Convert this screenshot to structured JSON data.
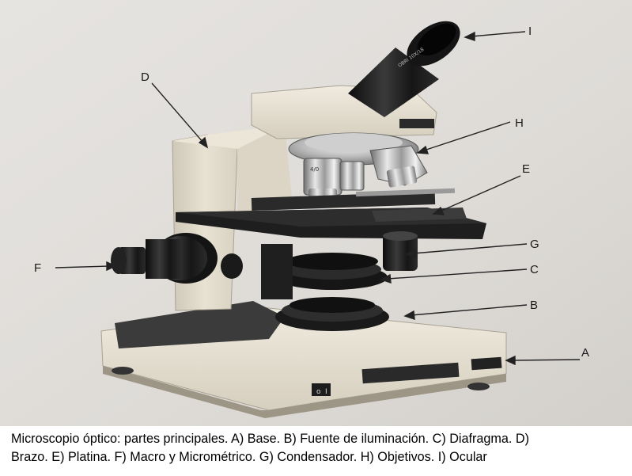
{
  "labels": {
    "A": "A",
    "B": "B",
    "C": "C",
    "D": "D",
    "E": "E",
    "F": "F",
    "G": "G",
    "H": "H",
    "I": "I"
  },
  "caption": {
    "line1": "Microscopio óptico: partes principales. A) Base. B) Fuente de iluminación. C) Diafragma. D)",
    "line2": "Brazo. E) Platina. F) Macro y Micrométrico. G) Condensador. H) Objetivos. I) Ocular"
  },
  "switch": {
    "off": "o",
    "on": "I"
  },
  "eyepiece_text": "OBRI 10X/18",
  "objective_text": "4/0"
}
